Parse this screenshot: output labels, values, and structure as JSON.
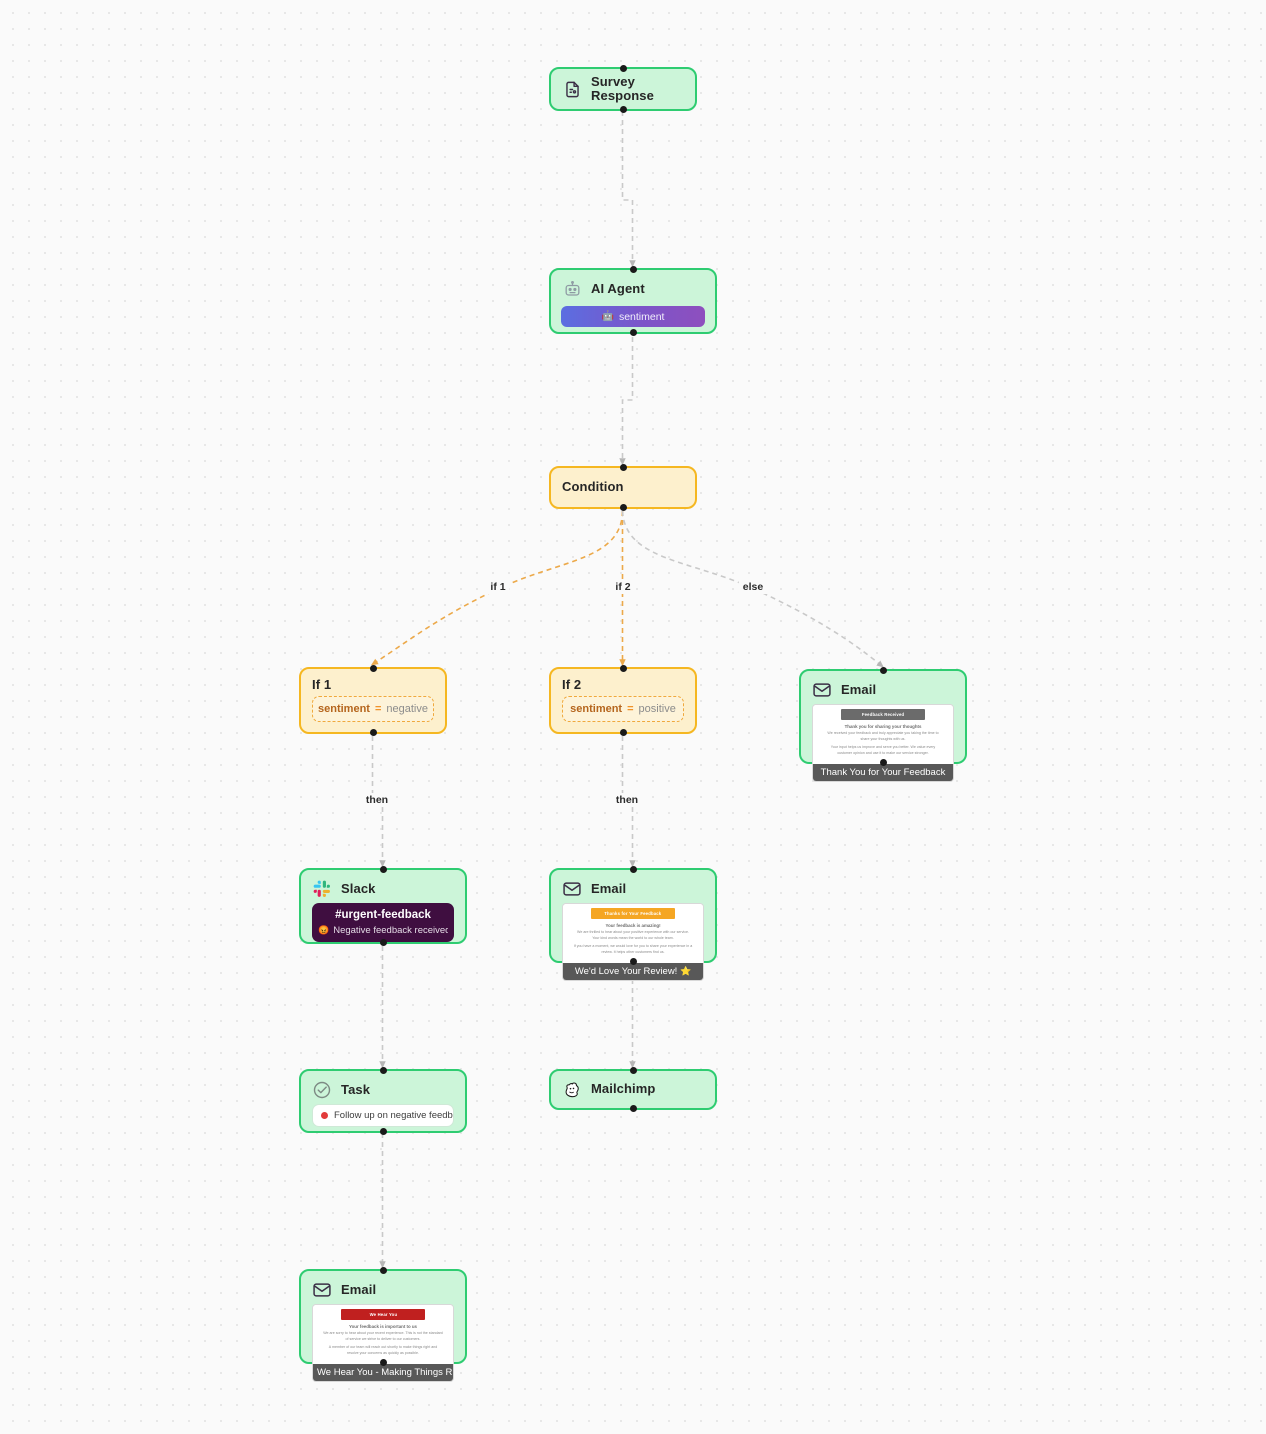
{
  "canvas": {
    "background_color": "#fafafa",
    "grid_dot_color": "#e7e7e7",
    "accent_green": "#2ecc71",
    "accent_yellow": "#f5b721",
    "edge_gray": "#c2c2c2",
    "edge_orange": "#f0a93c"
  },
  "nodes": {
    "survey_response": {
      "title": "Survey Response",
      "icon": "survey-document-icon"
    },
    "ai_agent": {
      "title": "AI Agent",
      "icon": "robot-icon",
      "badge": {
        "emoji": "🤖",
        "label": "sentiment"
      }
    },
    "condition": {
      "title": "Condition"
    },
    "if_1": {
      "title": "If 1",
      "condition": {
        "key": "sentiment",
        "operator": "=",
        "value": "negative"
      }
    },
    "if_2": {
      "title": "If 2",
      "condition": {
        "key": "sentiment",
        "operator": "=",
        "value": "positive"
      }
    },
    "email_else": {
      "title": "Email",
      "icon": "envelope-icon",
      "preview": {
        "band_color": "#6b6b6b",
        "band_text": "Feedback Received",
        "lead": "Thank you for sharing your thoughts",
        "paragraph_1": "We received your feedback and truly appreciate you taking the time to share your thoughts with us.",
        "paragraph_2": "Your input helps us improve and serve you better. We value every customer opinion and use it to make our service stronger.",
        "footer": "Thank You for Your Feedback"
      }
    },
    "slack": {
      "title": "Slack",
      "icon": "slack-icon",
      "channel": "#urgent-feedback",
      "message_emoji": "😡",
      "message": "Negative feedback received - im..."
    },
    "email_positive": {
      "title": "Email",
      "icon": "envelope-icon",
      "preview": {
        "band_color": "#f5a623",
        "band_text": "Thanks for Your Feedback",
        "lead": "Your feedback is amazing!",
        "paragraph_1": "We are thrilled to hear about your positive experience with our service. Your kind words mean the world to our whole team.",
        "paragraph_2": "If you have a moment, we would love for you to share your experience in a review. It helps other customers find us.",
        "footer": "We'd Love Your Review!",
        "footer_emoji": "⭐"
      }
    },
    "task": {
      "title": "Task",
      "icon": "check-circle-icon",
      "priority_color": "#e23b3b",
      "label": "Follow up on negative feedba..."
    },
    "mailchimp": {
      "title": "Mailchimp",
      "icon": "mailchimp-icon"
    },
    "email_negative": {
      "title": "Email",
      "icon": "envelope-icon",
      "preview": {
        "band_color": "#c0201f",
        "band_text": "We Hear You",
        "lead": "Your feedback is important to us",
        "paragraph_1": "We are sorry to hear about your recent experience. This is not the standard of service we strive to deliver to our customers.",
        "paragraph_2": "A member of our team will reach out shortly to make things right and resolve your concerns as quickly as possible.",
        "footer": "We Hear You - Making Things Right"
      }
    }
  },
  "edge_labels": {
    "if_1": "if 1",
    "if_2": "if 2",
    "else": "else",
    "then_left": "then",
    "then_right": "then"
  }
}
